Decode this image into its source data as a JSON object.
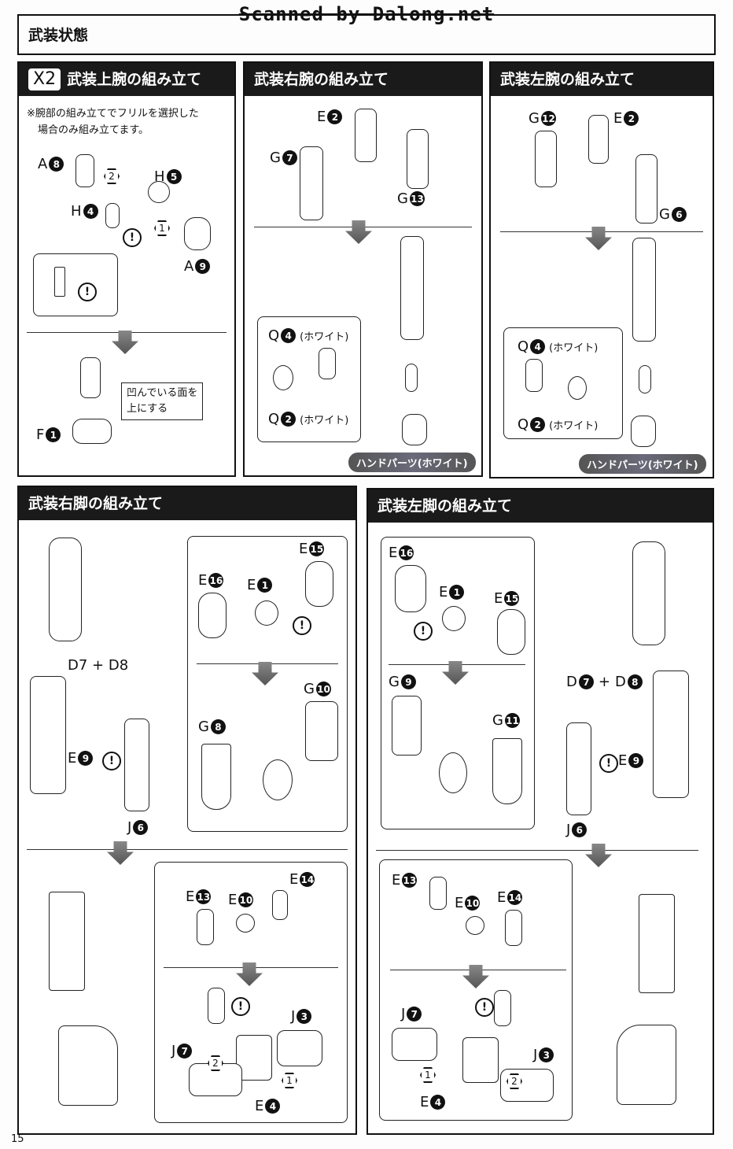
{
  "watermark": "Scanned by Dalong.net",
  "section_title": "武装状態",
  "page_number": "15",
  "panels": {
    "upper_arm": {
      "multiplier": "X2",
      "title": "武装上腕の組み立て",
      "note_line1": "※腕部の組み立てでフリルを選択した",
      "note_line2": "場合のみ組み立てます。",
      "callout_line1": "凹んでいる面を",
      "callout_line2": "上にする",
      "labels": [
        {
          "l": "A",
          "n": "8"
        },
        {
          "l": "H",
          "n": "5"
        },
        {
          "l": "H",
          "n": "4"
        },
        {
          "l": "A",
          "n": "9"
        },
        {
          "l": "F",
          "n": "1"
        }
      ],
      "steps": [
        "2",
        "1"
      ]
    },
    "right_arm": {
      "title": "武装右腕の組み立て",
      "labels": [
        {
          "l": "E",
          "n": "2"
        },
        {
          "l": "G",
          "n": "7"
        },
        {
          "l": "G",
          "n": "13"
        },
        {
          "l": "Q",
          "n": "4",
          "w": "(ホワイト)"
        },
        {
          "l": "Q",
          "n": "2",
          "w": "(ホワイト)"
        }
      ],
      "badge": "ハンドパーツ(ホワイト)"
    },
    "left_arm": {
      "title": "武装左腕の組み立て",
      "labels": [
        {
          "l": "G",
          "n": "12"
        },
        {
          "l": "E",
          "n": "2"
        },
        {
          "l": "G",
          "n": "6"
        },
        {
          "l": "Q",
          "n": "4",
          "w": "(ホワイト)"
        },
        {
          "l": "Q",
          "n": "2",
          "w": "(ホワイト)"
        }
      ],
      "badge": "ハンドパーツ(ホワイト)"
    },
    "right_leg": {
      "title": "武装右脚の組み立て",
      "combo": "D7 + D8",
      "labels": [
        {
          "l": "E",
          "n": "15"
        },
        {
          "l": "E",
          "n": "16"
        },
        {
          "l": "E",
          "n": "1"
        },
        {
          "l": "G",
          "n": "10"
        },
        {
          "l": "G",
          "n": "8"
        },
        {
          "l": "E",
          "n": "9"
        },
        {
          "l": "J",
          "n": "6"
        },
        {
          "l": "E",
          "n": "13"
        },
        {
          "l": "E",
          "n": "10"
        },
        {
          "l": "E",
          "n": "14"
        },
        {
          "l": "J",
          "n": "3"
        },
        {
          "l": "J",
          "n": "7"
        },
        {
          "l": "E",
          "n": "4"
        },
        {
          "l": "D",
          "n": "7"
        },
        {
          "l": "D",
          "n": "8"
        }
      ],
      "steps": [
        "2",
        "1"
      ]
    },
    "left_leg": {
      "title": "武装左脚の組み立て",
      "labels": [
        {
          "l": "E",
          "n": "16"
        },
        {
          "l": "E",
          "n": "1"
        },
        {
          "l": "E",
          "n": "15"
        },
        {
          "l": "G",
          "n": "9"
        },
        {
          "l": "G",
          "n": "11"
        },
        {
          "l": "E",
          "n": "9"
        },
        {
          "l": "J",
          "n": "6"
        },
        {
          "l": "E",
          "n": "13"
        },
        {
          "l": "E",
          "n": "10"
        },
        {
          "l": "E",
          "n": "14"
        },
        {
          "l": "J",
          "n": "7"
        },
        {
          "l": "J",
          "n": "3"
        },
        {
          "l": "E",
          "n": "4"
        },
        {
          "l": "D",
          "n": "7"
        },
        {
          "l": "D",
          "n": "8"
        }
      ],
      "steps": [
        "1",
        "2"
      ]
    }
  },
  "plus": "+",
  "excl": "!"
}
